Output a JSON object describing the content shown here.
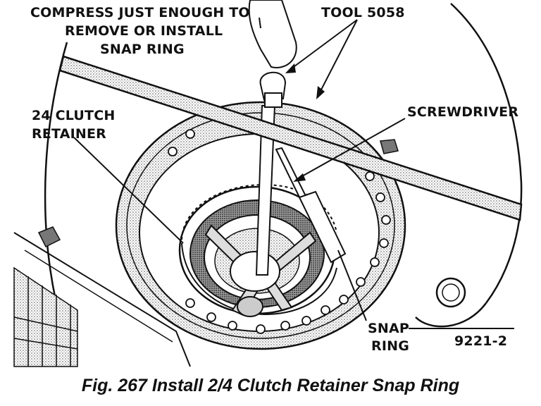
{
  "labels": {
    "compress_line1": "COMPRESS JUST ENOUGH TO",
    "compress_line2": "REMOVE OR INSTALL",
    "compress_line3": "SNAP RING",
    "tool": "TOOL 5058",
    "screwdriver": "SCREWDRIVER",
    "retainer_line1": "24 CLUTCH",
    "retainer_line2": "RETAINER",
    "snap_line1": "SNAP",
    "snap_line2": "RING",
    "figure_code": "9221-2"
  },
  "caption": "Fig. 267 Install 2/4 Clutch Retainer Snap Ring",
  "colors": {
    "ink": "#111111",
    "paper": "#ffffff",
    "shade": "#bdbdbd"
  }
}
